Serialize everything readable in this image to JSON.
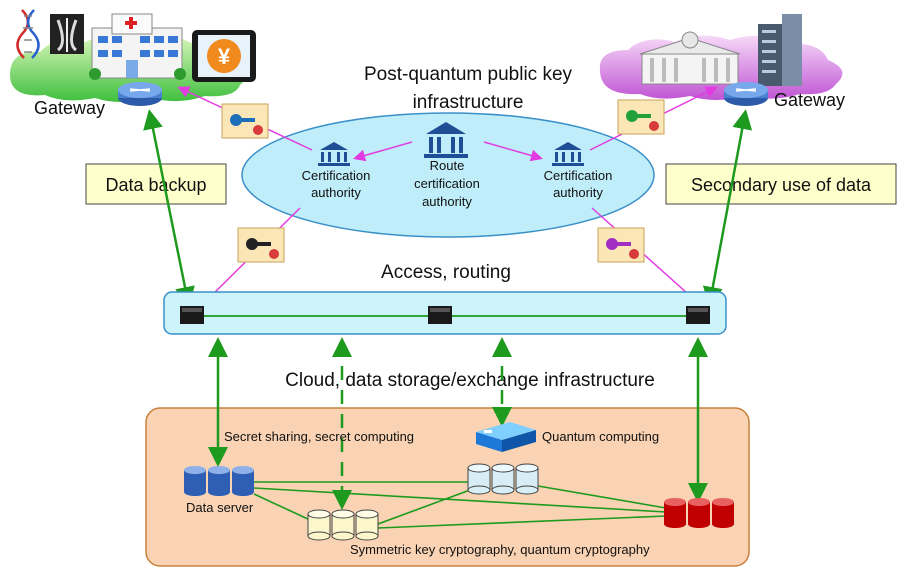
{
  "left_gateway": {
    "label": "Gateway"
  },
  "right_gateway": {
    "label": "Gateway"
  },
  "pki": {
    "title_line1": "Post-quantum public key",
    "title_line2": "infrastructure",
    "left_ca_line1": "Certification",
    "left_ca_line2": "authority",
    "root_line1": "Route",
    "root_line2": "certification",
    "root_line3": "authority",
    "right_ca_line1": "Certification",
    "right_ca_line2": "authority"
  },
  "side_labels": {
    "left": "Data backup",
    "right": "Secondary use of data"
  },
  "access": {
    "label": "Access, routing"
  },
  "cloud": {
    "label": "Cloud, data storage/exchange infrastructure",
    "secret_sharing": "Secret sharing, secret computing",
    "quantum_computing": "Quantum computing",
    "data_server": "Data server",
    "symmetric": "Symmetric key cryptography, quantum cryptography"
  },
  "colors": {
    "green_arrow": "#1e9a1e",
    "magenta_arrow": "#e23be2",
    "pki_fill": "#bfeefa",
    "access_fill": "#cdf3fb",
    "cloud_fill": "#f9d3b3",
    "label_box": "#ffffcc",
    "db_blue": "#2f5fb5",
    "db_light": "#d7eef7",
    "db_cream": "#fbf6cc",
    "db_red": "#c00000"
  }
}
